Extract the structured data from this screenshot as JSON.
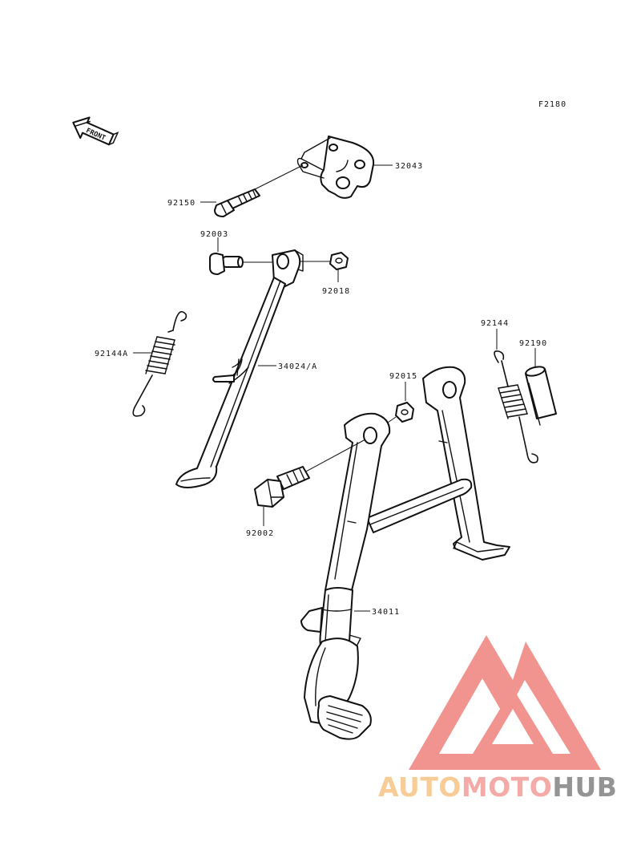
{
  "figure": {
    "code": "F2180"
  },
  "orientation": {
    "label": "FRONT"
  },
  "callouts": {
    "p32043": "32043",
    "p92150": "92150",
    "p92003": "92003",
    "p92018": "92018",
    "p92144A": "92144A",
    "p34024A": "34024/A",
    "p92144": "92144",
    "p92190": "92190",
    "p92015": "92015",
    "p92002": "92002",
    "p34011": "34011"
  },
  "logo": {
    "part1": "AUTO",
    "part2": "MOTO",
    "part3": "HUB",
    "colors": {
      "auto": "#f8c88e",
      "moto": "#f4a39f",
      "hub": "#8b8b8b",
      "mark": "#f08c86"
    }
  }
}
